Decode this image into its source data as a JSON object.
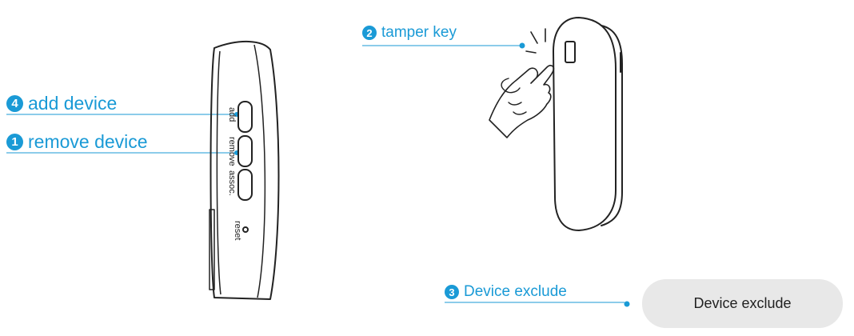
{
  "callouts": {
    "add_device": {
      "number": "4",
      "label": "add device"
    },
    "remove_device": {
      "number": "1",
      "label": "remove device"
    },
    "tamper_key": {
      "number": "2",
      "label": "tamper key"
    },
    "device_exclude": {
      "number": "3",
      "label": "Device exclude"
    }
  },
  "device_labels": {
    "add": "add",
    "remove": "remove",
    "assoc": "assoc.",
    "reset": "reset"
  },
  "button": {
    "label": "Device exclude"
  },
  "colors": {
    "accent": "#1a9ad6",
    "button_bg": "#e8e8e8",
    "outline": "#222222"
  }
}
